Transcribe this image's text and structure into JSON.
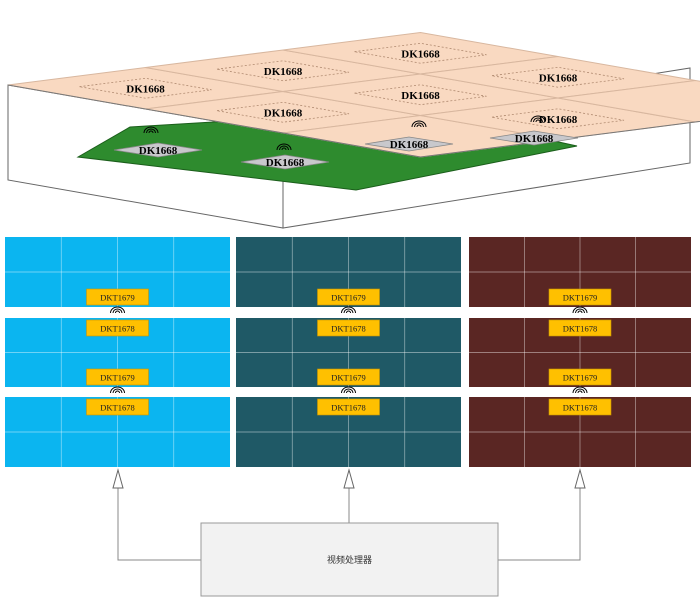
{
  "colors": {
    "tile_fill": "#f9d9c1",
    "green_plate": "#2e8b2e",
    "panel_fills": [
      "#0bb5f0",
      "#1f5966",
      "#5a2623"
    ],
    "chip_fill": "#ffc000",
    "processor_fill": "#f2f2f2",
    "diamond_fill": "#c8c8cc"
  },
  "top": {
    "tile_labels": [
      "DK1668",
      "DK1668",
      "DK1668",
      "DK1668",
      "DK1668",
      "DK1668",
      "DK1668"
    ],
    "plate_labels": [
      "DK1668",
      "DK1668",
      "DK1668",
      "DK1668"
    ],
    "sensor_icon": "signal-wave-icon"
  },
  "walls": {
    "chip_labels": [
      "DKT1679",
      "DKT1678",
      "DKT1679",
      "DKT1678"
    ],
    "sensor_icon": "signal-wave-icon"
  },
  "processor": {
    "label": "视频处理器"
  }
}
